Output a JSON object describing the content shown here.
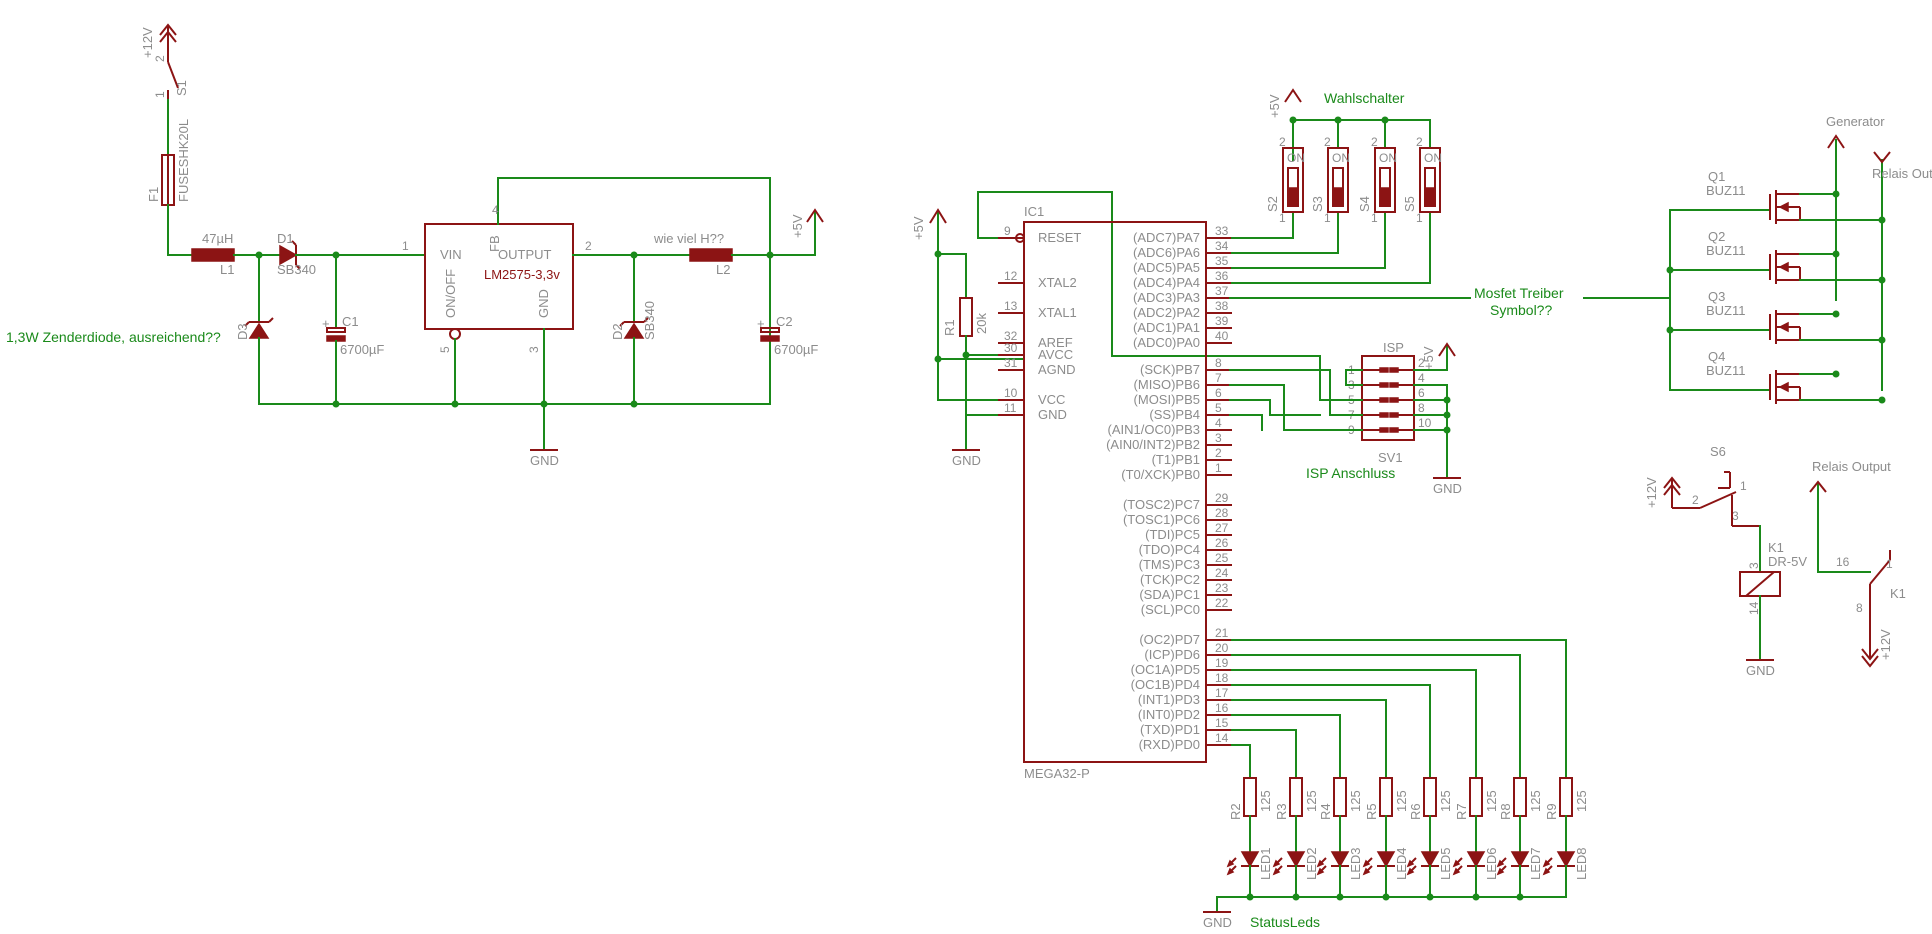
{
  "labels": {
    "plus12v": "+12V",
    "plus5v": "+5V",
    "gnd": "GND"
  },
  "notes": {
    "zener": "1,3W Zenderdiode, ausreichend??",
    "wie_viel": "wie viel H??",
    "wahlschalter": "Wahlschalter",
    "isp_anschluss": "ISP Anschluss",
    "mosfet_treiber_1": "Mosfet Treiber",
    "mosfet_treiber_2": "Symbol??",
    "status_leds": "StatusLeds",
    "generator": "Generator",
    "relais_out_top": "Relais Out",
    "relais_output": "Relais Output"
  },
  "power": {
    "s1": "S1",
    "f1": "F1",
    "f1_value": "FUSESHK20L",
    "l1": "L1",
    "l1_value": "47µH",
    "d1": "D1",
    "d1_value": "SB340",
    "d3": "D3",
    "c1": "C1",
    "c1_value": "6700µF",
    "ic_value": "LM2575-3,3v",
    "pin_vin": "VIN",
    "pin_onoff": "ON/OFF",
    "pin_fb": "FB",
    "pin_output": "OUTPUT",
    "pin_gnd": "GND",
    "d2": "D2",
    "d2_value": "SB340",
    "l2": "L2",
    "c2": "C2",
    "c2_value": "6700µF"
  },
  "mcu": {
    "name": "IC1",
    "value": "MEGA32-P",
    "r1": "R1",
    "r1_value": "20k",
    "left_pins": [
      {
        "num": "9",
        "name": "RESET"
      },
      {
        "num": "12",
        "name": "XTAL2"
      },
      {
        "num": "13",
        "name": "XTAL1"
      },
      {
        "num": "32",
        "name": "AREF"
      },
      {
        "num": "30",
        "name": "AVCC"
      },
      {
        "num": "31",
        "name": "AGND"
      },
      {
        "num": "10",
        "name": "VCC"
      },
      {
        "num": "11",
        "name": "GND"
      }
    ],
    "right_pins": [
      {
        "num": "33",
        "name": "(ADC7)PA7"
      },
      {
        "num": "34",
        "name": "(ADC6)PA6"
      },
      {
        "num": "35",
        "name": "(ADC5)PA5"
      },
      {
        "num": "36",
        "name": "(ADC4)PA4"
      },
      {
        "num": "37",
        "name": "(ADC3)PA3"
      },
      {
        "num": "38",
        "name": "(ADC2)PA2"
      },
      {
        "num": "39",
        "name": "(ADC1)PA1"
      },
      {
        "num": "40",
        "name": "(ADC0)PA0"
      },
      {
        "num": "8",
        "name": "(SCK)PB7"
      },
      {
        "num": "7",
        "name": "(MISO)PB6"
      },
      {
        "num": "6",
        "name": "(MOSI)PB5"
      },
      {
        "num": "5",
        "name": "(SS)PB4"
      },
      {
        "num": "4",
        "name": "(AIN1/OC0)PB3"
      },
      {
        "num": "3",
        "name": "(AIN0/INT2)PB2"
      },
      {
        "num": "2",
        "name": "(T1)PB1"
      },
      {
        "num": "1",
        "name": "(T0/XCK)PB0"
      },
      {
        "num": "29",
        "name": "(TOSC2)PC7"
      },
      {
        "num": "28",
        "name": "(TOSC1)PC6"
      },
      {
        "num": "27",
        "name": "(TDI)PC5"
      },
      {
        "num": "26",
        "name": "(TDO)PC4"
      },
      {
        "num": "25",
        "name": "(TMS)PC3"
      },
      {
        "num": "24",
        "name": "(TCK)PC2"
      },
      {
        "num": "23",
        "name": "(SDA)PC1"
      },
      {
        "num": "22",
        "name": "(SCL)PC0"
      },
      {
        "num": "21",
        "name": "(OC2)PD7"
      },
      {
        "num": "20",
        "name": "(ICP)PD6"
      },
      {
        "num": "19",
        "name": "(OC1A)PD5"
      },
      {
        "num": "18",
        "name": "(OC1B)PD4"
      },
      {
        "num": "17",
        "name": "(INT1)PD3"
      },
      {
        "num": "16",
        "name": "(INT0)PD2"
      },
      {
        "num": "15",
        "name": "(TXD)PD1"
      },
      {
        "num": "14",
        "name": "(RXD)PD0"
      }
    ]
  },
  "switches": [
    {
      "name": "S2",
      "on": "ON"
    },
    {
      "name": "S3",
      "on": "ON"
    },
    {
      "name": "S4",
      "on": "ON"
    },
    {
      "name": "S5",
      "on": "ON"
    }
  ],
  "isp": {
    "name": "ISP",
    "ref": "SV1",
    "pins_left": [
      "1",
      "3",
      "5",
      "7",
      "9"
    ],
    "pins_right": [
      "2",
      "4",
      "6",
      "8",
      "10"
    ]
  },
  "status_leds": [
    {
      "r": "R2",
      "rv": "125",
      "led": "LED1"
    },
    {
      "r": "R3",
      "rv": "125",
      "led": "LED2"
    },
    {
      "r": "R4",
      "rv": "125",
      "led": "LED3"
    },
    {
      "r": "R5",
      "rv": "125",
      "led": "LED4"
    },
    {
      "r": "R6",
      "rv": "125",
      "led": "LED5"
    },
    {
      "r": "R7",
      "rv": "125",
      "led": "LED6"
    },
    {
      "r": "R8",
      "rv": "125",
      "led": "LED7"
    },
    {
      "r": "R9",
      "rv": "125",
      "led": "LED8"
    }
  ],
  "mosfets": [
    {
      "name": "Q1",
      "value": "BUZ11"
    },
    {
      "name": "Q2",
      "value": "BUZ11"
    },
    {
      "name": "Q3",
      "value": "BUZ11"
    },
    {
      "name": "Q4",
      "value": "BUZ11"
    }
  ],
  "relay": {
    "s6": "S6",
    "k1": "K1",
    "k1_value": "DR-5V",
    "pin_1": "1",
    "pin_2": "2",
    "pin_3": "3",
    "pin_14": "14",
    "pin_16": "16",
    "pin_8": "8"
  }
}
